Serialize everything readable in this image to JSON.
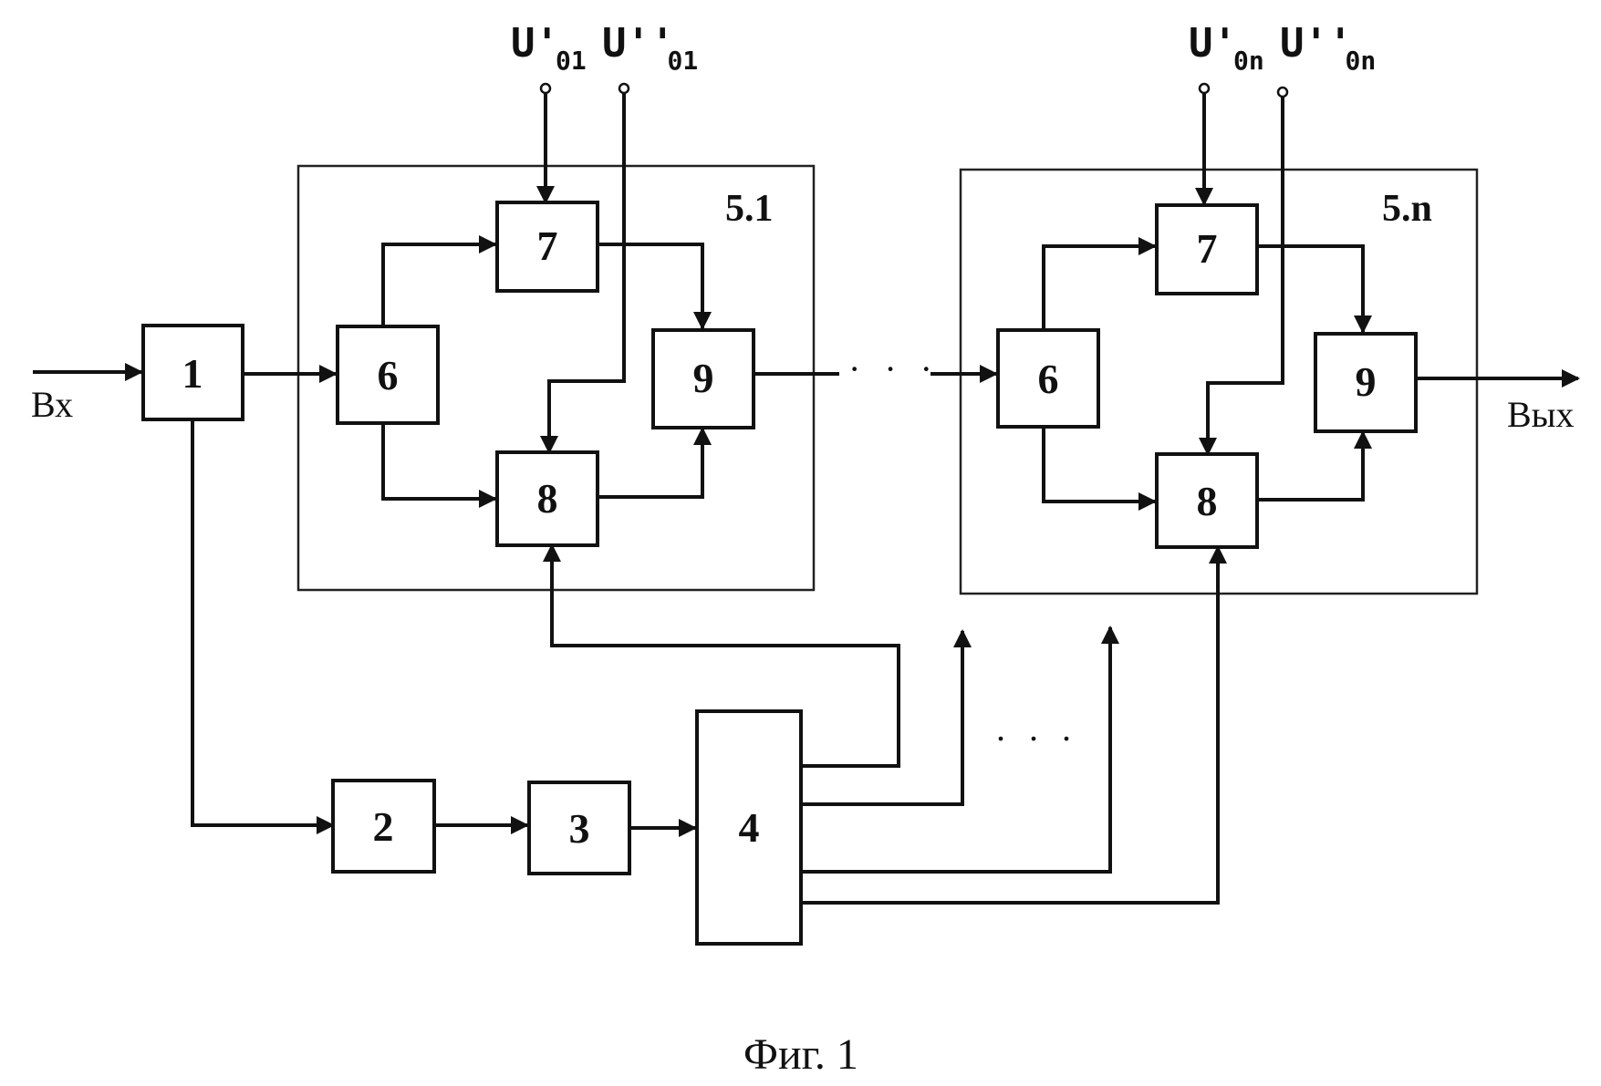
{
  "blocks": {
    "b1": "1",
    "b2": "2",
    "b3": "3",
    "b4": "4",
    "s1_b6": "6",
    "s1_b7": "7",
    "s1_b8": "8",
    "s1_b9": "9",
    "sn_b6": "6",
    "sn_b7": "7",
    "sn_b8": "8",
    "sn_b9": "9"
  },
  "groups": {
    "stage_1": "5.1",
    "stage_n": "5.n"
  },
  "io": {
    "input": "Вх",
    "output": "Вых"
  },
  "refs": {
    "s1_u1_main": "U'",
    "s1_u1_sub": "01",
    "s1_u2_main": "U''",
    "s1_u2_sub": "01",
    "sn_u1_main": "U'",
    "sn_u1_sub": "0n",
    "sn_u2_main": "U''",
    "sn_u2_sub": "0n"
  },
  "ellipsis": {
    "chain": "· · ·",
    "bus": ". . ."
  },
  "caption": "Фиг. 1"
}
